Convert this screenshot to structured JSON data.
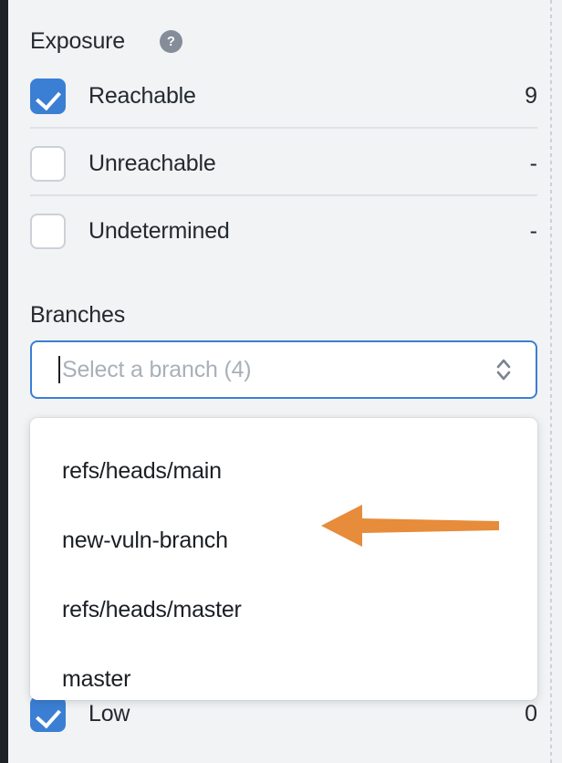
{
  "panel": {
    "exposure": {
      "title": "Exposure",
      "help_icon": "help-circle-icon",
      "help_glyph": "?",
      "rows": [
        {
          "label": "Reachable",
          "value": "9",
          "checked": true
        },
        {
          "label": "Unreachable",
          "value": "-",
          "checked": false
        },
        {
          "label": "Undetermined",
          "value": "-",
          "checked": false
        }
      ]
    },
    "severity_partial": {
      "label": "Low",
      "value": "0",
      "checked": true
    },
    "branches": {
      "title": "Branches",
      "combobox": {
        "placeholder": "Select a branch (4)",
        "value": "",
        "expanded": true,
        "indicator_icon": "chevron-up-down-icon"
      },
      "options": [
        {
          "label": "refs/heads/main"
        },
        {
          "label": "new-vuln-branch"
        },
        {
          "label": "refs/heads/master"
        },
        {
          "label": "master"
        }
      ]
    }
  },
  "annotation": {
    "arrow_icon": "arrow-left-annotation",
    "points_to": "new-vuln-branch",
    "color": "#e68c3a"
  },
  "colors": {
    "panel_background": "#f1f3f5",
    "window_gutter": "#1f2227",
    "checkbox_checked": "#3b7fd4",
    "checkbox_border": "#ccd1d7",
    "focus_border": "#3b7fd4",
    "text_primary": "#24292f",
    "text_placeholder": "#a9b0b8",
    "separator": "#dee1e6",
    "help_icon_background": "#848d99",
    "annotation_orange": "#e68c3a"
  }
}
